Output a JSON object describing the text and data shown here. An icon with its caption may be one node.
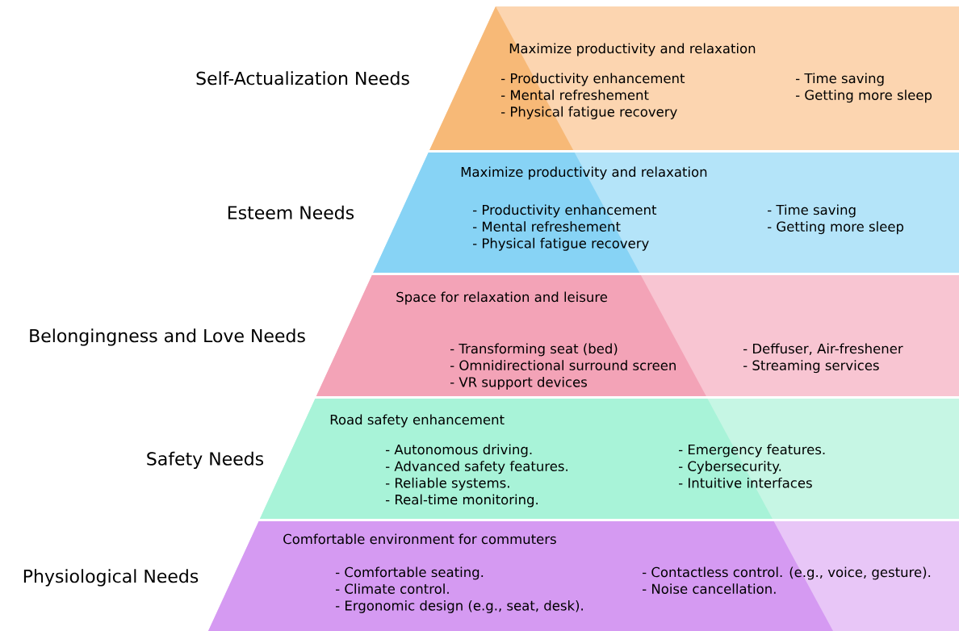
{
  "diagram": {
    "nodes": [
      {
        "text": [
          "Maximize productivity and relaxation",
          "- Productivity enhancement",
          "- Mental refreshement",
          "- Physical fatigue recovery",
          "- Time saving",
          "- Getting more sleep"
        ],
        "beside": [
          "Self-Actualization Needs"
        ]
      },
      {
        "text": [
          "Maximize productivity and relaxation",
          "- Productivity enhancement",
          "- Mental refreshement",
          "- Physical fatigue recovery",
          "- Time saving",
          "- Getting more sleep"
        ],
        "beside": [
          "Esteem Needs"
        ]
      },
      {
        "text": [
          "Space for relaxation and leisure",
          "- Transforming seat (bed)",
          "- Omnidirectional surround screen",
          "- VR support devices",
          "- Deffuser, Air-freshener",
          "- Streaming services"
        ],
        "beside": [
          "Belongingness and Love Needs"
        ]
      },
      {
        "text": [
          "Road safety enhancement",
          "- Autonomous driving.",
          "- Advanced safety features.",
          "- Reliable systems.",
          "- Real-time monitoring.",
          "- Emergency features.",
          "- Cybersecurity.",
          "- Intuitive interfaces"
        ],
        "beside": [
          "Safety Needs"
        ]
      },
      {
        "text": [
          "Comfortable environment for commuters",
          "- Comfortable seating.",
          "- Climate control.",
          "- Ergonomic design (e.g., seat, desk).",
          "- Contactless control. (e.g., voice, gesture).",
          "- Noise cancellation."
        ],
        "beside": [
          "Physiological Needs"
        ]
      }
    ]
  }
}
